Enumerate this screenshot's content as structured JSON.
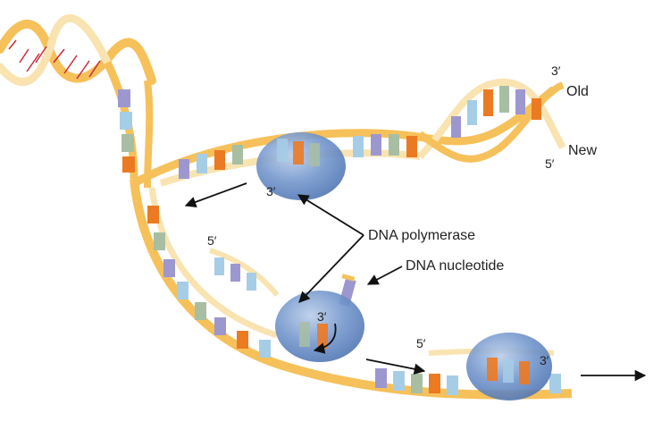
{
  "diagram": {
    "labels": {
      "dna_polymerase": "DNA polymerase",
      "dna_nucleotide": "DNA nucleotide",
      "old_strand": "Old",
      "new_strand": "New",
      "three_prime": "3′",
      "five_prime": "5′"
    },
    "colors": {
      "backbone_old": "#f6c15a",
      "backbone_new": "#f9e3b0",
      "base_purple": "#9d97cf",
      "base_blue": "#a6cde6",
      "base_green": "#a7bea3",
      "base_orange": "#ec7a22",
      "base_red_stripe": "#c92a3a",
      "enzyme_blue": "#6d91c9",
      "arrow": "#111111"
    }
  }
}
